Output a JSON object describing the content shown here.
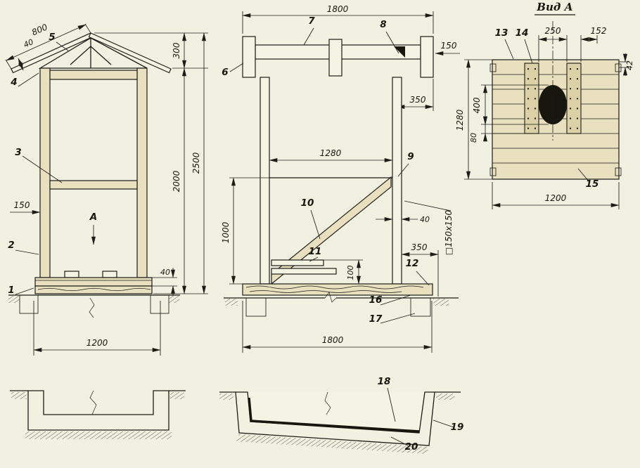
{
  "front": {
    "c1": "1",
    "c2": "2",
    "c3": "3",
    "c4": "4",
    "c5": "5",
    "d800": "800",
    "d40_roof": "40",
    "d300": "300",
    "d2000": "2000",
    "d2500": "2500",
    "d150": "150",
    "d40_floor": "40",
    "d1200": "1200",
    "view_mark": "А"
  },
  "side": {
    "c6": "6",
    "c7": "7",
    "c8": "8",
    "c9": "9",
    "c10": "10",
    "c11": "11",
    "c12": "12",
    "c16": "16",
    "c17": "17",
    "d1800_top": "1800",
    "d150": "150",
    "d350_top": "350",
    "d1280": "1280",
    "d1000": "1000",
    "d100": "100",
    "d40": "40",
    "d350_bottom": "350",
    "d_post": "□150x150",
    "d1800_bottom": "1800"
  },
  "panel": {
    "title": "Вид А",
    "c13": "13",
    "c14": "14",
    "c15": "15",
    "d250": "250",
    "d152": "152",
    "d42": "42",
    "d400": "400",
    "d80": "80",
    "d1280": "1280",
    "d1200": "1200"
  },
  "pits": {
    "c18": "18",
    "c19": "19",
    "c20": "20"
  },
  "colors": {
    "paper": "#f1f1e1",
    "ink": "#1d1c18",
    "wood": "#e9e0bf",
    "wood_dark": "#dcd1a6"
  }
}
